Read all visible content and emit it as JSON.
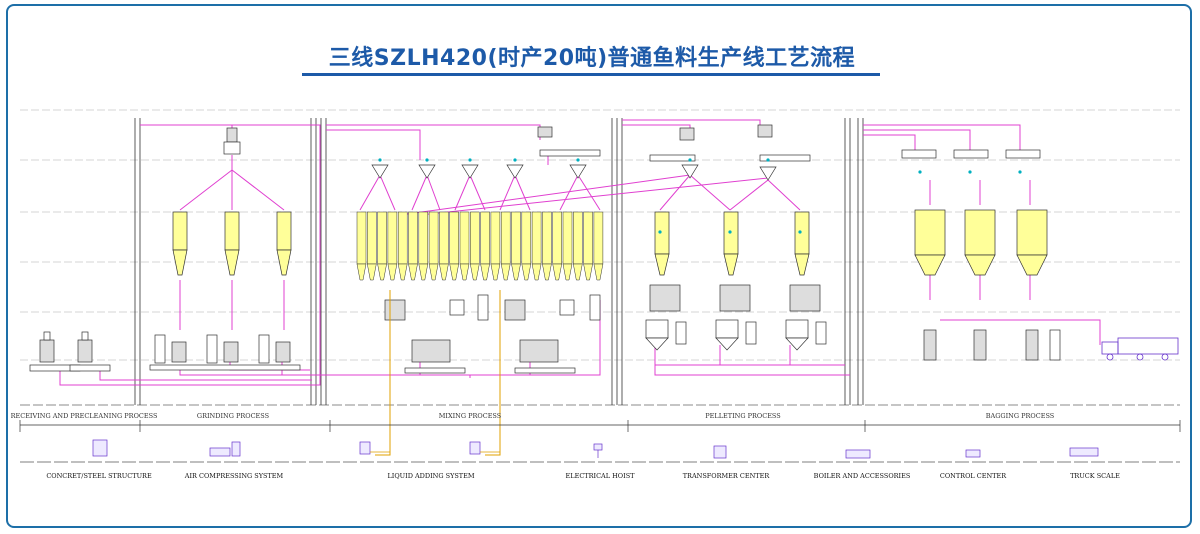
{
  "title": "三线SZLH420(时产20吨)普通鱼料生产线工艺流程",
  "processes": [
    {
      "label": "RECEIVING AND PRECLEANING PROCESS"
    },
    {
      "label": "GRINDING PROCESS"
    },
    {
      "label": "MIXING PROCESS"
    },
    {
      "label": "PELLETING PROCESS"
    },
    {
      "label": "BAGGING PROCESS"
    }
  ],
  "auxiliary": [
    {
      "label": "CONCRET/STEEL STRUCTURE",
      "icon": "steel-structure-icon"
    },
    {
      "label": "AIR COMPRESSING SYSTEM",
      "icon": "air-compressor-icon"
    },
    {
      "label": "LIQUID ADDING SYSTEM",
      "icon": "liquid-tank-icon"
    },
    {
      "label": "ELECTRICAL HOIST",
      "icon": "hoist-icon"
    },
    {
      "label": "TRANSFORMER CENTER",
      "icon": "transformer-icon"
    },
    {
      "label": "BOILER AND ACCESSORIES",
      "icon": "boiler-icon"
    },
    {
      "label": "CONTROL CENTER",
      "icon": "control-center-icon"
    },
    {
      "label": "TRUCK SCALE",
      "icon": "truck-icon"
    }
  ],
  "colors": {
    "frame": "#1d6fa8",
    "title": "#1d5aa8",
    "pipe": "#e040d0",
    "equipment": "#333333",
    "bin_fill": "#ffff99",
    "liquid": "#e0a000",
    "accent": "#00b0c0"
  }
}
